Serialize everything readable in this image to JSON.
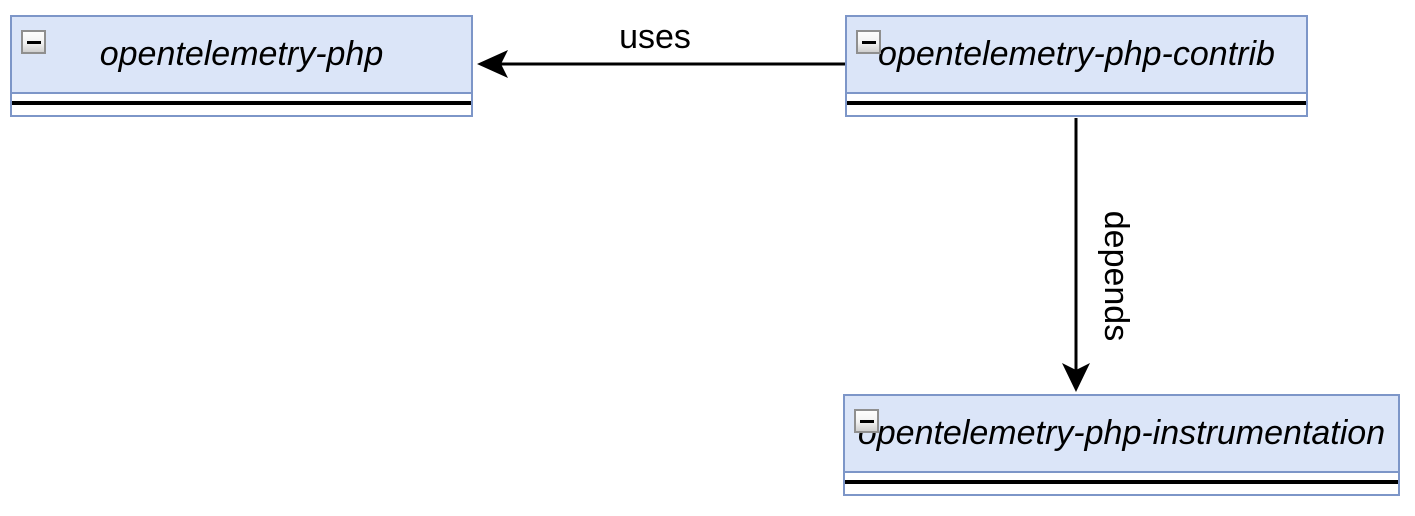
{
  "diagram": {
    "type": "uml-package-diagram",
    "nodes": [
      {
        "id": "php",
        "label": "opentelemetry-php"
      },
      {
        "id": "contrib",
        "label": "opentelemetry-php-contrib"
      },
      {
        "id": "instrumentation",
        "label": "opentelemetry-php-instrumentation"
      }
    ],
    "edges": [
      {
        "label": "uses",
        "from": "opentelemetry-php-contrib",
        "to": "opentelemetry-php",
        "direction": "left"
      },
      {
        "label": "depends",
        "from": "opentelemetry-php-contrib",
        "to": "opentelemetry-php-instrumentation",
        "direction": "down"
      }
    ],
    "colors": {
      "node_fill": "#dbe5f8",
      "node_border": "#7d96c8",
      "divider": "#000000",
      "edge": "#000000",
      "background": "#ffffff",
      "collapse_button_border": "#8f8f8f"
    }
  }
}
